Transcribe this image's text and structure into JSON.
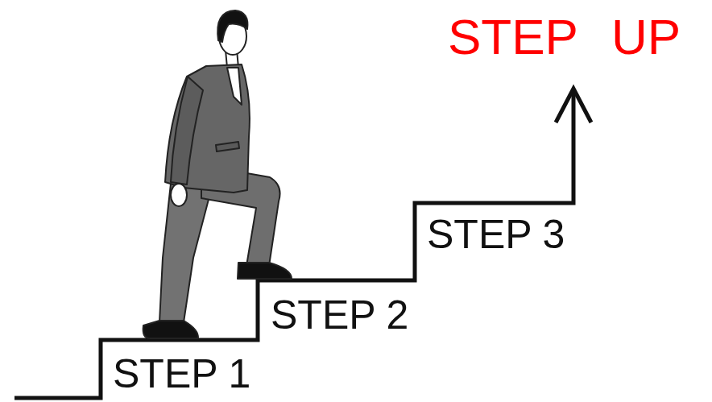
{
  "diagram": {
    "labels": [
      "STEP UP",
      "STEP 1",
      "STEP 2",
      "STEP 3"
    ]
  }
}
